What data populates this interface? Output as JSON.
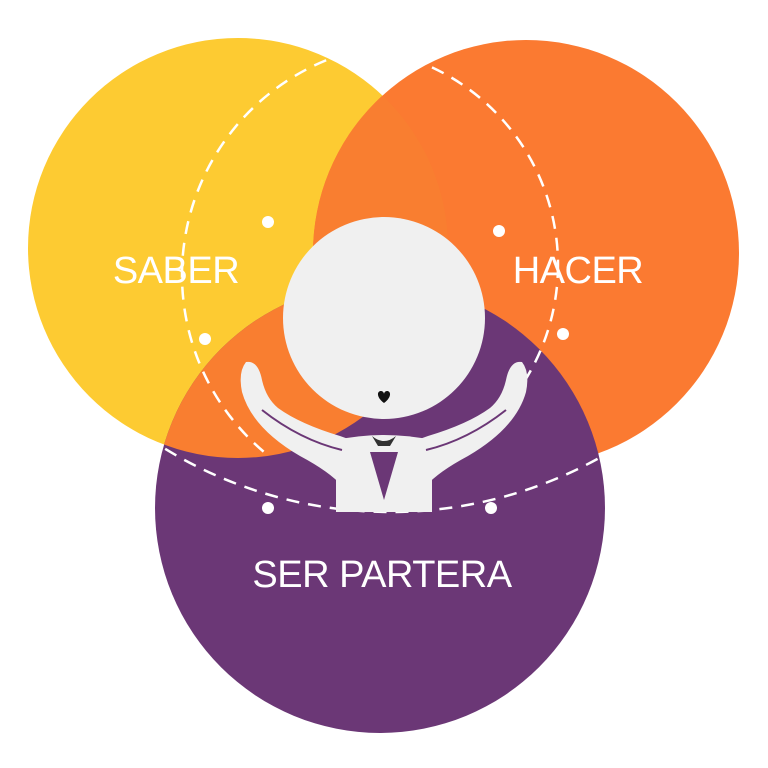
{
  "diagram": {
    "labels": {
      "saber": "SABER",
      "hacer": "HACER",
      "ser_partera": "SER PARTERA"
    },
    "colors": {
      "saber": "#FDCB32",
      "hacer": "#FB7A31",
      "overlap": "#F97E30",
      "ser_partera": "#6B3776",
      "figure": "#F0F0F0",
      "heart": "#111111",
      "dash": "#ffffff"
    },
    "icons": {
      "center": "person-in-hands-icon",
      "heart": "heart-icon"
    }
  }
}
